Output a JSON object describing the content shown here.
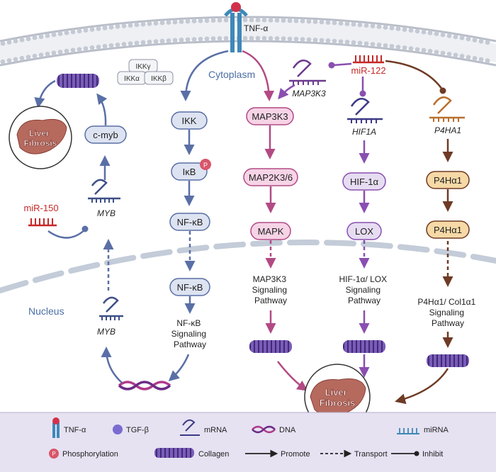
{
  "title": "",
  "ligand": "TNF-α",
  "compartments": {
    "cytoplasm": "Cytoplasm",
    "nucleus": "Nucleus"
  },
  "ikk_complex": {
    "gamma": "IKKγ",
    "alpha": "IKKα",
    "beta": "IKKβ"
  },
  "nfkb_path": {
    "ikk": "IKK",
    "ikb": "IκB",
    "phos": "P",
    "nfkb_cyto": "NF-κB",
    "nfkb_nuc": "NF-κB",
    "pathway": [
      "NF-κB",
      "Signaling",
      "Pathway"
    ]
  },
  "myb_path": {
    "cmyb": "c-myb",
    "mirna": "miR-150",
    "myb_cyto": "MYB",
    "myb_nuc": "MYB",
    "fibrosis": [
      "Liver",
      "Fibrosis"
    ]
  },
  "map3k3_path": {
    "gene": "MAP3K3",
    "protein": "MAP3K3",
    "map2k": "MAP2K3/6",
    "mapk": "MAPK",
    "pathway": [
      "MAP3K3",
      "Signaling",
      "Pathway"
    ]
  },
  "mir122": "miR-122",
  "hif_path": {
    "gene": "HIF1A",
    "protein": "HIF-1α",
    "lox": "LOX",
    "pathway": [
      "HIF-1α/ LOX",
      "Signaling",
      "Pathway"
    ]
  },
  "p4ha_path": {
    "gene": "P4HA1",
    "protein_1": "P4Hα1",
    "protein_2": "P4Hα1",
    "pathway": [
      "P4Hα1/ Col1α1",
      "Signaling",
      "Pathway"
    ]
  },
  "outcome": [
    "Liver",
    "Fibrosis"
  ],
  "legend": {
    "tnf": "TNF-α",
    "tgf": "TGF-β",
    "mrna": "mRNA",
    "dna": "DNA",
    "mirna": "miRNA",
    "phos": "Phosphorylation",
    "collagen": "Collagen",
    "promote": "Promote",
    "transport": "Transport",
    "inhibit": "Inhibit"
  },
  "colors": {
    "nfkb": "#5a6fa6",
    "nfkb_fill": "#dde3f1",
    "map3k3": "#b24a84",
    "map3k3_fill": "#f6d4e6",
    "hif": "#8a4fb0",
    "hif_fill": "#e6ddf2",
    "p4ha": "#6e3b25",
    "p4ha_fill": "#f6d9a6",
    "mirna_red": "#c62828",
    "membrane": "#b9bec9",
    "nucleus_dash": "#c3ccd8",
    "legend_bg": "#e6e2f2",
    "collagen": "#6c4fa8",
    "liver": "#b66a5e"
  }
}
